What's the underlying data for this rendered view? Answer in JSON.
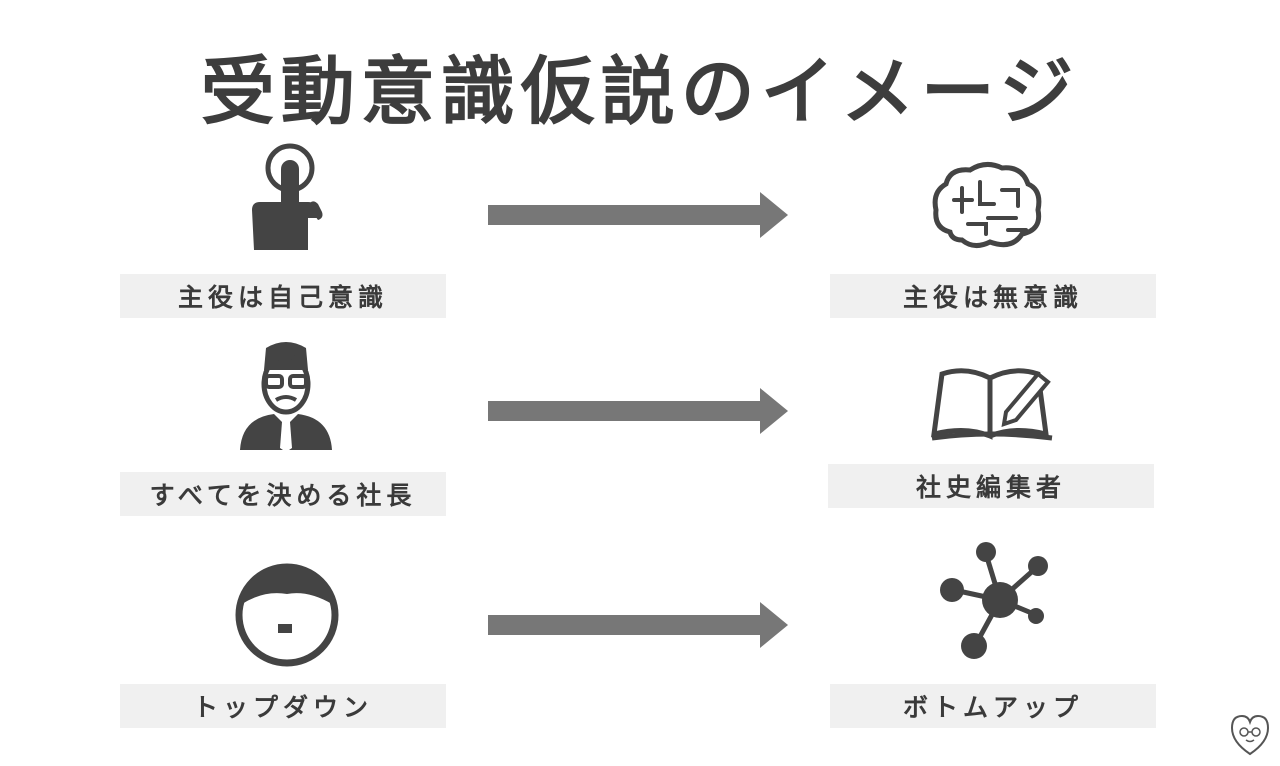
{
  "title": "受動意識仮説のイメージ",
  "rows": [
    {
      "left_label": "主役は自己意識",
      "left_icon": "finger-touch-icon",
      "right_label": "主役は無意識",
      "right_icon": "brain-icon"
    },
    {
      "left_label": "すべてを決める社長",
      "left_icon": "businessman-icon",
      "right_label": "社史編集者",
      "right_icon": "book-pen-icon"
    },
    {
      "left_label": "トップダウン",
      "left_icon": "person-face-icon",
      "right_label": "ボトムアップ",
      "right_icon": "network-nodes-icon"
    }
  ],
  "colors": {
    "icon": "#444444",
    "arrow": "#777777",
    "label_bg": "#f0f0f0",
    "text": "#3a3a3a"
  },
  "watermark_icon": "heart-face-logo"
}
